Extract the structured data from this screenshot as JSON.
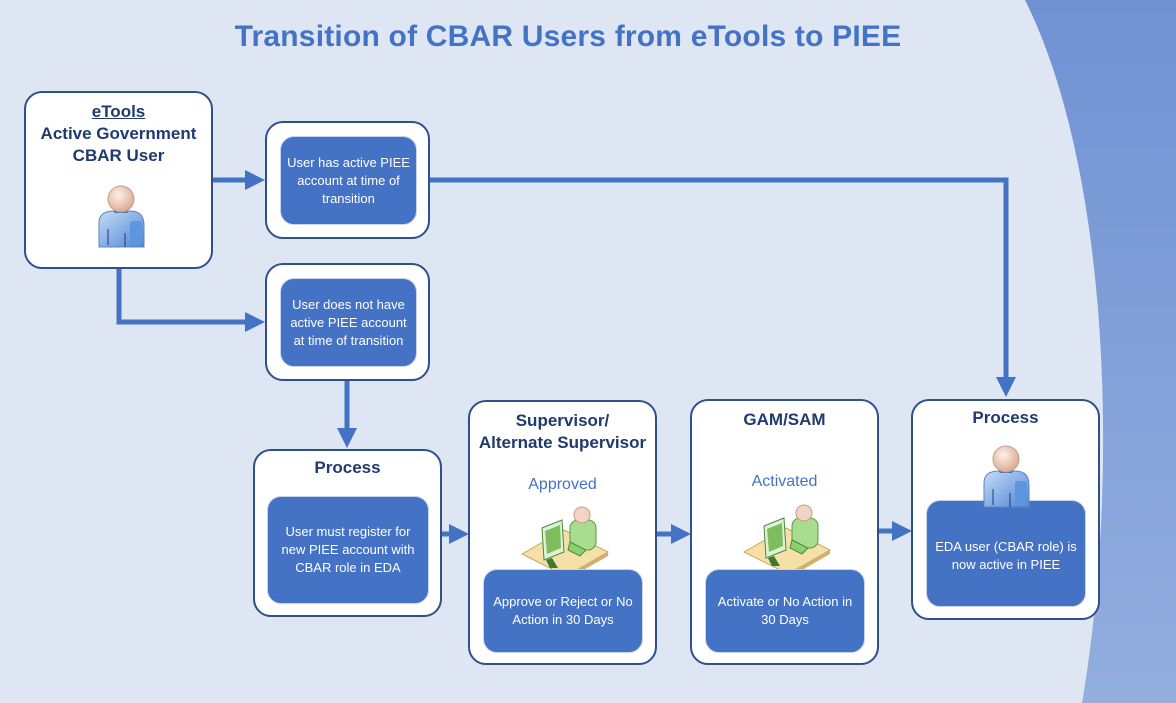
{
  "title": "Transition of CBAR Users from eTools to PIEE",
  "colors": {
    "accent": "#4472c4",
    "header_text": "#1f3a6e",
    "background": "#dfe6f3",
    "box_border": "#2f4f8f"
  },
  "start_node": {
    "line1": "eTools",
    "line2": "Active Government",
    "line3": "CBAR User",
    "icon": "user-icon"
  },
  "branch_active": {
    "text": "User has active PIEE account at time of transition"
  },
  "branch_inactive": {
    "text": "User does not have active PIEE account at time of transition"
  },
  "steps": [
    {
      "header": "Process",
      "body": "User must register for new PIEE account with CBAR role in EDA"
    },
    {
      "header_line1": "Supervisor/",
      "header_line2": "Alternate Supervisor",
      "status": "Approved",
      "icon": "workstation-user-icon",
      "body": "Approve or Reject or No Action in 30 Days"
    },
    {
      "header": "GAM/SAM",
      "status": "Activated",
      "icon": "workstation-user-icon",
      "body": "Activate or No Action in 30 Days"
    },
    {
      "header": "Process",
      "icon": "user-icon",
      "body": "EDA user (CBAR role) is now active in PIEE"
    }
  ]
}
